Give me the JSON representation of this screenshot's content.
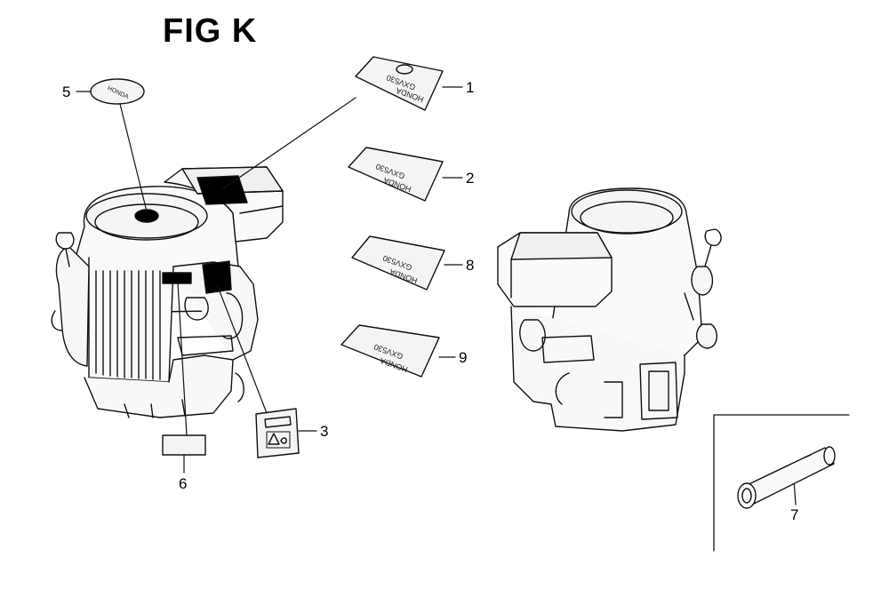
{
  "figure": {
    "title": "FIG K"
  },
  "callouts": [
    "1",
    "2",
    "3",
    "5",
    "6",
    "7",
    "8",
    "9"
  ],
  "decals": {
    "d1": [
      "HONDA",
      "GXV530"
    ],
    "d2": [
      "HONDA",
      "GXV530"
    ],
    "d8": [
      "HONDA",
      "GXV530"
    ],
    "d9": [
      "HONDA",
      "GXV530"
    ],
    "d5": "HONDA"
  }
}
